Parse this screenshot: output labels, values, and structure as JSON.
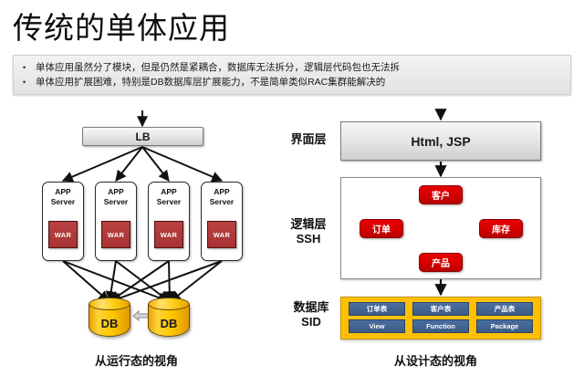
{
  "slide": {
    "title": "传统的单体应用",
    "bullets": [
      {
        "marker": "•",
        "text": "单体应用虽然分了模块，但是仍然是紧耦合，数据库无法拆分，逻辑层代码包也无法拆"
      },
      {
        "marker": "•",
        "text": "单体应用扩展困难，特别是DB数据库层扩展能力，不是简单类似RAC集群能解决的"
      }
    ]
  },
  "runtime_view": {
    "caption": "从运行态的视角",
    "lb": {
      "label": "LB"
    },
    "app_servers": [
      {
        "label_line1": "APP",
        "label_line2": "Server",
        "artifact": "WAR"
      },
      {
        "label_line1": "APP",
        "label_line2": "Server",
        "artifact": "WAR"
      },
      {
        "label_line1": "APP",
        "label_line2": "Server",
        "artifact": "WAR"
      },
      {
        "label_line1": "APP",
        "label_line2": "Server",
        "artifact": "WAR"
      }
    ],
    "databases": [
      {
        "label": "DB"
      },
      {
        "label": "DB"
      }
    ]
  },
  "design_view": {
    "caption": "从设计态的视角",
    "layers": [
      {
        "name": "界面层",
        "sub": ""
      },
      {
        "name": "逻辑层",
        "sub": "SSH"
      },
      {
        "name": "数据库",
        "sub": "SID"
      }
    ],
    "ui_layer": {
      "box_label": "Html, JSP"
    },
    "logic_layer": {
      "nodes": [
        {
          "id": "customer",
          "label": "客户"
        },
        {
          "id": "order",
          "label": "订单"
        },
        {
          "id": "inventory",
          "label": "库存"
        },
        {
          "id": "product",
          "label": "产品"
        }
      ]
    },
    "db_layer": {
      "cells": [
        {
          "label": "订单表"
        },
        {
          "label": "客户表"
        },
        {
          "label": "产品表"
        },
        {
          "label": "View"
        },
        {
          "label": "Function"
        },
        {
          "label": "Package"
        }
      ]
    }
  },
  "colors": {
    "war_red": "#b33939",
    "node_red": "#d60000",
    "db_yellow": "#ffc000",
    "cell_blue": "#3d5c86"
  }
}
